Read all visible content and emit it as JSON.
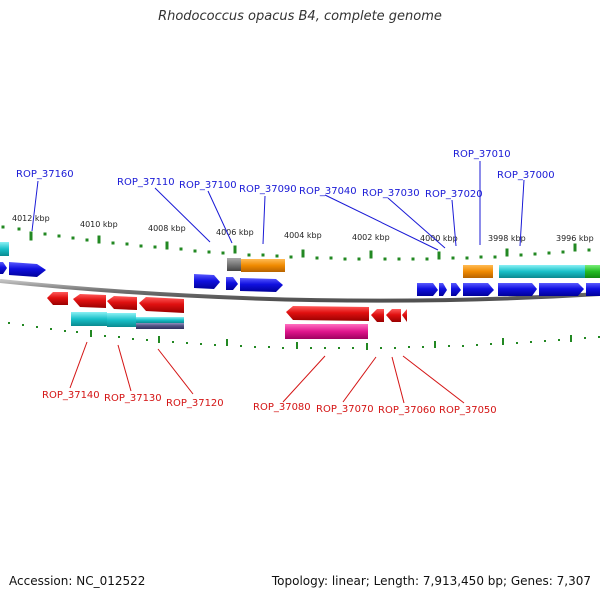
{
  "title": "Rhodococcus opacus B4, complete genome",
  "accession": "Accession: NC_012522",
  "summary": "Topology: linear; Length: 7,913,450 bp; Genes: 7,307",
  "scale_labels": [
    "4012 kbp",
    "4010 kbp",
    "4008 kbp",
    "4006 kbp",
    "4004 kbp",
    "4002 kbp",
    "4000 kbp",
    "3998 kbp",
    "3996 kbp"
  ],
  "top_genes": [
    "ROP_37160",
    "ROP_37110",
    "ROP_37100",
    "ROP_37090",
    "ROP_37040",
    "ROP_37030",
    "ROP_37020",
    "ROP_37010",
    "ROP_37000"
  ],
  "bottom_genes": [
    "ROP_37140",
    "ROP_37130",
    "ROP_37120",
    "ROP_37080",
    "ROP_37070",
    "ROP_37060",
    "ROP_37050"
  ],
  "colors": {
    "forward_gene": "#1010e0",
    "reverse_gene": "#e01010",
    "rna_orange": "#f08a00",
    "cyan": "#18c0c8",
    "magenta": "#e0148c",
    "green": "#22bb22",
    "axis": "#808080",
    "tick": "#228822",
    "top_label": "#1a1ad6",
    "bottom_label": "#d41414"
  }
}
